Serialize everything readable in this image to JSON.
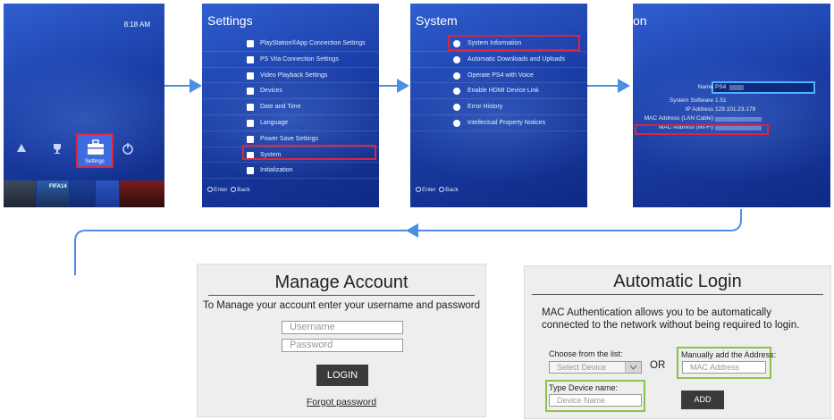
{
  "screen1": {
    "time": "8:18 AM",
    "settings_label": "Settings"
  },
  "screen2": {
    "title": "Settings",
    "items": [
      "PlayStation®App Connection Settings",
      "PS Vita Connection Settings",
      "Video Playback Settings",
      "Devices",
      "Date and Time",
      "Language",
      "Power Save Settings",
      "System",
      "Initialization"
    ],
    "enter": "Enter",
    "back": "Back"
  },
  "screen3": {
    "title": "System",
    "items": [
      "System Information",
      "Automatic Downloads and Uploads",
      "Operate PS4 with Voice",
      "Enable HDMI Device Link",
      "Error History",
      "Intellectual Property Notices"
    ],
    "enter": "Enter",
    "back": "Back"
  },
  "screen4": {
    "title": "on",
    "info": [
      {
        "label": "Name",
        "value": "PS4"
      },
      {
        "label": "System Software",
        "value": "1.51"
      },
      {
        "label": "IP Address",
        "value": "129.101.23.178"
      },
      {
        "label": "MAC Address (LAN Cable)",
        "value": ""
      },
      {
        "label": "MAC Address (Wi-Fi)",
        "value": ""
      }
    ]
  },
  "manage": {
    "title": "Manage Account",
    "subtitle": "To Manage your account enter your username and password",
    "username_placeholder": "Username",
    "password_placeholder": "Password",
    "login_label": "LOGIN",
    "forgot_label": "Forgot password"
  },
  "autologin": {
    "title": "Automatic Login",
    "desc_line1": "MAC Authentication allows you to be automatically",
    "desc_line2": "connected to the network without being required to login.",
    "choose_label": "Choose from the list:",
    "select_value": "Select Device",
    "or_label": "OR",
    "manual_label": "Manually add the Address:",
    "mac_placeholder": "MAC Address",
    "type_label": "Type Device name:",
    "device_placeholder": "Device Name",
    "add_label": "ADD"
  },
  "colors": {
    "ps_blue": "#1b3ea6",
    "highlight_red": "#e0233c",
    "arrow_blue": "#4a90e2",
    "green_box": "#8bc34a"
  }
}
